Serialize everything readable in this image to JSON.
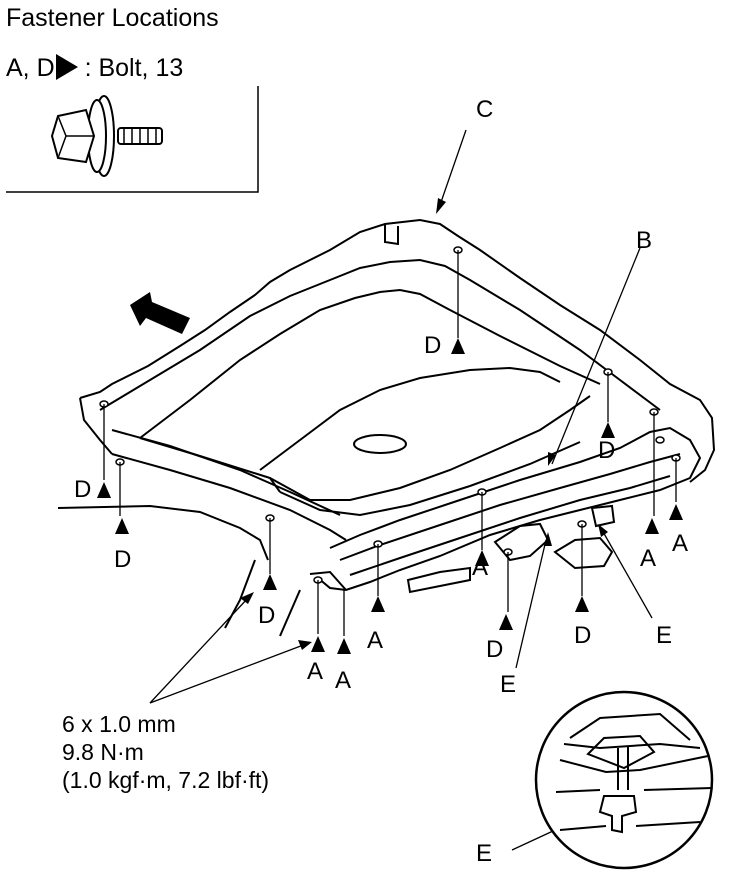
{
  "header": {
    "title": "Fastener Locations",
    "legend_prefix": "A, D",
    "legend_suffix": ": Bolt, 13"
  },
  "spec": {
    "size": "6 x 1.0 mm",
    "torque": "9.8 N·m",
    "torque_alt": "(1.0 kgf·m, 7.2 lbf·ft)"
  },
  "callouts": {
    "A": "A",
    "B": "B",
    "C": "C",
    "D": "D",
    "E": "E"
  },
  "icons": [
    "bolt-icon",
    "front-direction-arrow-icon",
    "fastener-triangle-icon",
    "clip-detail-icon"
  ],
  "colors": {
    "ink": "#000000",
    "paper": "#ffffff"
  }
}
